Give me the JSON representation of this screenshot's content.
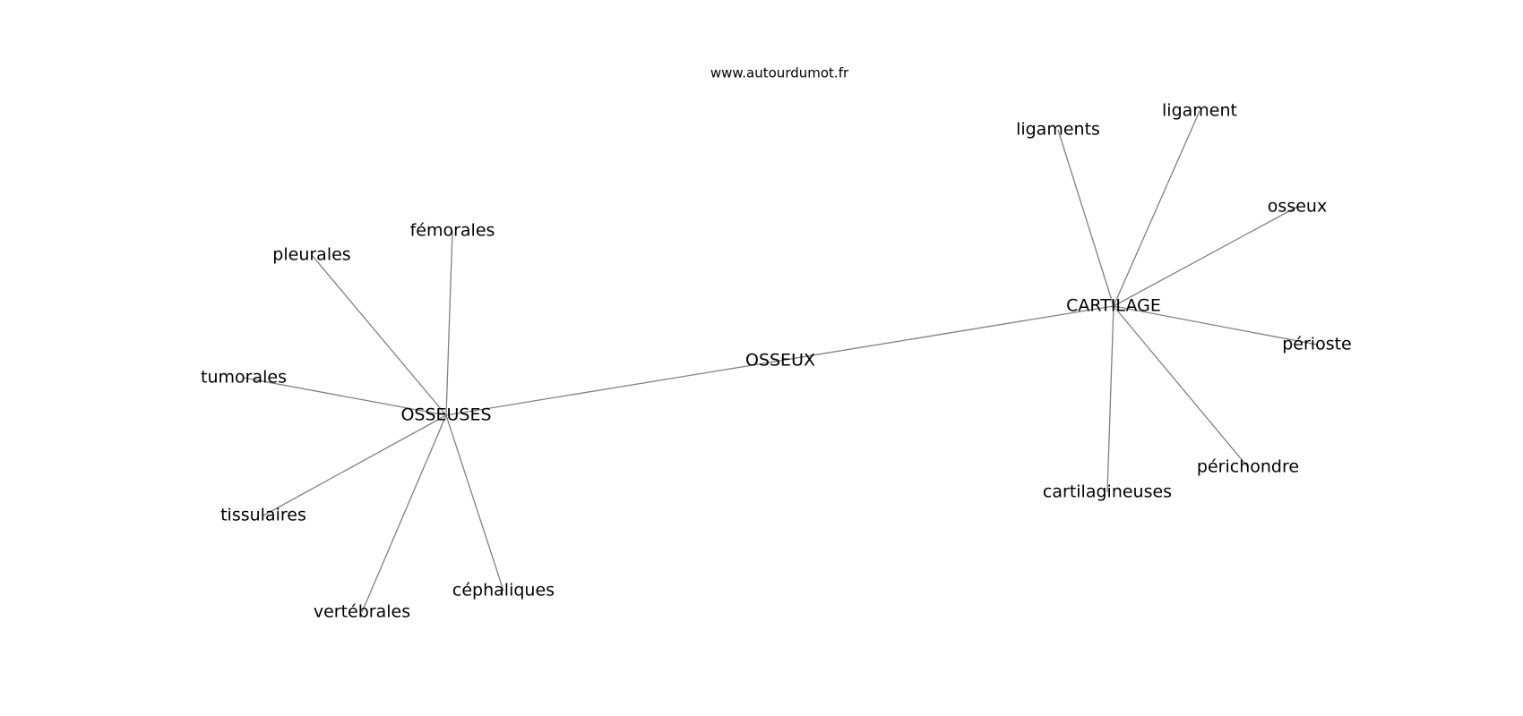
{
  "watermark": "www.autourdumot.fr",
  "colors": {
    "edge": "#808080",
    "text": "#000000",
    "background": "#ffffff"
  },
  "graph": {
    "nodes": [
      {
        "id": "osseux_center",
        "label": "OSSEUX"
      },
      {
        "id": "osseuses",
        "label": "OSSEUSES"
      },
      {
        "id": "cartilage",
        "label": "CARTILAGE"
      },
      {
        "id": "femorales",
        "label": "fémorales"
      },
      {
        "id": "pleurales",
        "label": "pleurales"
      },
      {
        "id": "tumorales",
        "label": "tumorales"
      },
      {
        "id": "tissulaires",
        "label": "tissulaires"
      },
      {
        "id": "vertebrales",
        "label": "vertébrales"
      },
      {
        "id": "cephaliques",
        "label": "céphaliques"
      },
      {
        "id": "ligaments",
        "label": "ligaments"
      },
      {
        "id": "ligament",
        "label": "ligament"
      },
      {
        "id": "osseux_leaf",
        "label": "osseux"
      },
      {
        "id": "perioste",
        "label": "périoste"
      },
      {
        "id": "perichondre",
        "label": "périchondre"
      },
      {
        "id": "cartilagineuses",
        "label": "cartilagineuses"
      }
    ],
    "edges": [
      [
        "osseuses",
        "cartilage"
      ],
      [
        "osseuses",
        "femorales"
      ],
      [
        "osseuses",
        "pleurales"
      ],
      [
        "osseuses",
        "tumorales"
      ],
      [
        "osseuses",
        "tissulaires"
      ],
      [
        "osseuses",
        "vertebrales"
      ],
      [
        "osseuses",
        "cephaliques"
      ],
      [
        "cartilage",
        "ligaments"
      ],
      [
        "cartilage",
        "ligament"
      ],
      [
        "cartilage",
        "osseux_leaf"
      ],
      [
        "cartilage",
        "perioste"
      ],
      [
        "cartilage",
        "perichondre"
      ],
      [
        "cartilage",
        "cartilagineuses"
      ]
    ]
  }
}
